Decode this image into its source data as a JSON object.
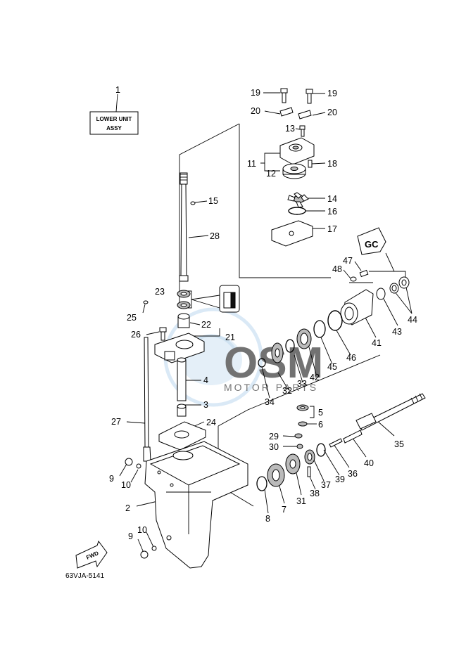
{
  "diagram": {
    "assembly_box": {
      "line1": "LOWER UNIT",
      "line2": "ASSY"
    },
    "fwd_label": "FWD",
    "grease_label": "GC",
    "drawing_code": "63VJA-5141",
    "watermark": {
      "big": "OSM",
      "small": "MOTOR PARTS"
    },
    "part_numbers": [
      "1",
      "2",
      "3",
      "4",
      "5",
      "6",
      "7",
      "8",
      "9",
      "9",
      "10",
      "10",
      "11",
      "12",
      "13",
      "14",
      "15",
      "16",
      "17",
      "18",
      "19",
      "19",
      "20",
      "20",
      "21",
      "22",
      "23",
      "24",
      "25",
      "26",
      "27",
      "28",
      "29",
      "30",
      "31",
      "32",
      "33",
      "34",
      "35",
      "36",
      "37",
      "38",
      "39",
      "40",
      "41",
      "42",
      "43",
      "44",
      "45",
      "46",
      "47",
      "48"
    ]
  }
}
